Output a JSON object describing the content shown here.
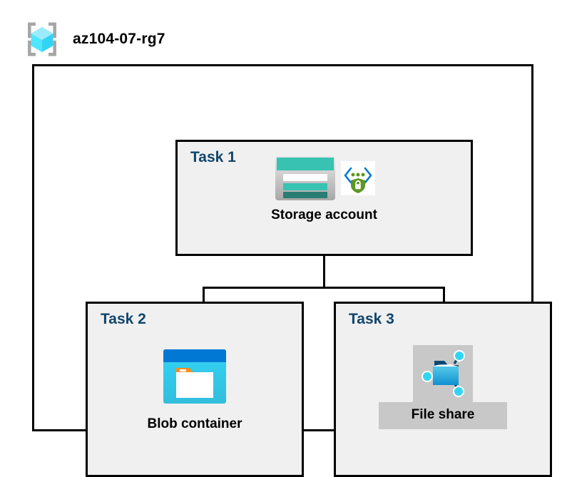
{
  "resource_group": {
    "icon": "resource-group-cube-icon",
    "name": "az104-07-rg7"
  },
  "tasks": [
    {
      "id": "task1",
      "label": "Task 1",
      "node": {
        "caption": "Storage account",
        "icons": [
          "storage-account-icon",
          "private-endpoint-secure-icon"
        ],
        "highlighted": false
      }
    },
    {
      "id": "task2",
      "label": "Task 2",
      "node": {
        "caption": "Blob container",
        "icons": [
          "blob-container-icon"
        ],
        "highlighted": false
      }
    },
    {
      "id": "task3",
      "label": "Task 3",
      "node": {
        "caption": "File share",
        "icons": [
          "file-share-icon"
        ],
        "highlighted": true
      }
    }
  ],
  "connections": [
    {
      "from": "Storage account",
      "to": "Blob container"
    },
    {
      "from": "Storage account",
      "to": "File share"
    }
  ],
  "colors": {
    "task_label": "#11456b",
    "box_fill": "#f0f0f0",
    "box_border": "#000000",
    "highlight_fill": "#c8c8c8",
    "azure_blue": "#0078d4",
    "azure_cyan": "#32d4f5",
    "storage_teal": "#37c2b1",
    "storage_teal_dark": "#2a7d73",
    "accent_orange": "#f78d1e",
    "shield_green": "#5e9624"
  }
}
